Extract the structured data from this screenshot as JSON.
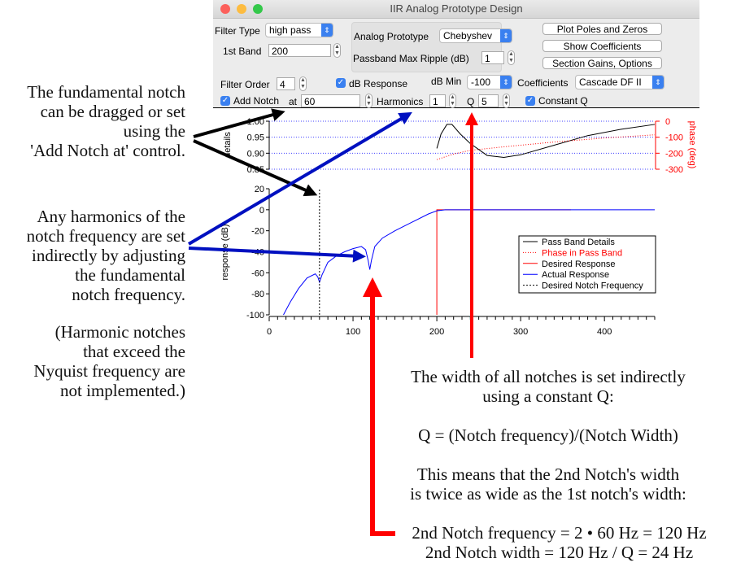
{
  "window": {
    "title": "IIR Analog Prototype Design"
  },
  "controls": {
    "filter_type_label": "Filter Type",
    "filter_type": "high pass",
    "first_band_label": "1st Band",
    "first_band": "200",
    "analog_prototype_label": "Analog Prototype",
    "analog_prototype": "Chebyshev",
    "ripple_label": "Passband Max Ripple (dB)",
    "ripple": "1",
    "plot_poles_button": "Plot Poles and Zeros",
    "show_coeff_button": "Show Coefficients",
    "section_gains_button": "Section Gains, Options",
    "filter_order_label": "Filter Order",
    "filter_order": "4",
    "db_response_label": "dB Response",
    "db_response_checked": true,
    "db_min_label": "dB Min",
    "db_min": "-100",
    "coefficients_label": "Coefficients",
    "coefficients": "Cascade DF II",
    "add_notch_label": "Add Notch",
    "add_notch_checked": true,
    "at_label": "at",
    "notch_at": "60",
    "harmonics_label": "Harmonics",
    "harmonics": "1",
    "q_label": "Q",
    "q": "5",
    "constant_q_label": "Constant Q",
    "constant_q_checked": true
  },
  "chart_data": {
    "type": "line",
    "top": {
      "ylabel": "details",
      "y2label": "phase (deg)",
      "ylim": [
        0.85,
        1.0
      ],
      "y2lim": [
        -300,
        0
      ],
      "yticks": [
        "1.00",
        "0.95",
        "0.90",
        "0.85"
      ],
      "y2ticks": [
        "0",
        "-100",
        "-200",
        "-300"
      ],
      "series": [
        {
          "name": "Pass Band Details",
          "color": "#000000",
          "points": [
            [
              200,
              0.915
            ],
            [
              205,
              0.96
            ],
            [
              212,
              0.99
            ],
            [
              218,
              0.99
            ],
            [
              228,
              0.96
            ],
            [
              240,
              0.93
            ],
            [
              260,
              0.893
            ],
            [
              280,
              0.887
            ],
            [
              300,
              0.895
            ],
            [
              340,
              0.925
            ],
            [
              380,
              0.955
            ],
            [
              420,
              0.975
            ],
            [
              460,
              0.99
            ]
          ]
        },
        {
          "name": "Phase in Pass Band",
          "color": "#ff0000",
          "dashed": true,
          "axis": "y2",
          "points": [
            [
              200,
              -240
            ],
            [
              220,
              -205
            ],
            [
              240,
              -182
            ],
            [
              280,
              -160
            ],
            [
              340,
              -130
            ],
            [
              400,
              -105
            ],
            [
              460,
              -85
            ]
          ]
        }
      ]
    },
    "bottom": {
      "ylabel": "response (dB)",
      "ylim": [
        -100,
        20
      ],
      "xlim": [
        0,
        460
      ],
      "yticks": [
        "20",
        "0",
        "-20",
        "-40",
        "-60",
        "-80",
        "-100"
      ],
      "xticks": [
        "0",
        "100",
        "200",
        "300",
        "400"
      ],
      "series": [
        {
          "name": "Desired Response",
          "color": "#ff0000",
          "points": [
            [
              200,
              -100
            ],
            [
              200,
              0
            ],
            [
              360,
              0
            ]
          ]
        },
        {
          "name": "Actual Response",
          "color": "#0000ff",
          "points": [
            [
              17,
              -100
            ],
            [
              25,
              -88
            ],
            [
              35,
              -75
            ],
            [
              45,
              -65
            ],
            [
              55,
              -61
            ],
            [
              58,
              -64
            ],
            [
              60,
              -69
            ],
            [
              63,
              -62
            ],
            [
              70,
              -50
            ],
            [
              80,
              -44
            ],
            [
              90,
              -40
            ],
            [
              100,
              -37
            ],
            [
              110,
              -35
            ],
            [
              115,
              -38
            ],
            [
              118,
              -48
            ],
            [
              120,
              -57
            ],
            [
              122,
              -48
            ],
            [
              126,
              -35
            ],
            [
              135,
              -27
            ],
            [
              150,
              -20
            ],
            [
              170,
              -12
            ],
            [
              190,
              -4
            ],
            [
              200,
              -1
            ],
            [
              210,
              0
            ],
            [
              460,
              0
            ]
          ]
        },
        {
          "name": "Desired Notch Frequency",
          "color": "#000000",
          "dashed": true,
          "points": [
            [
              60,
              -100
            ],
            [
              60,
              20
            ]
          ]
        }
      ]
    },
    "legend": [
      "Pass Band Details",
      "Phase in Pass Band",
      "Desired Response",
      "Actual Response",
      "Desired Notch Frequency"
    ],
    "legend_position": "center-right"
  },
  "notes": {
    "fundamental": [
      "The fundamental notch",
      "can be dragged or set",
      "using the",
      "'Add Notch at' control."
    ],
    "harmonics": [
      "Any harmonics of the",
      "notch frequency are set",
      "indirectly by adjusting",
      "the fundamental",
      "notch frequency."
    ],
    "nyquist": [
      "(Harmonic notches",
      "that exceed the",
      "Nyquist frequency are",
      "not implemented.)"
    ],
    "width": [
      "The width of all notches is set indirectly",
      "using a constant Q:",
      "",
      "Q = (Notch frequency)/(Notch Width)",
      "",
      "This means that the 2nd Notch's width",
      "is twice as wide as the 1st notch's width:"
    ],
    "second": [
      "2nd Notch frequency = 2 • 60 Hz = 120 Hz",
      "2nd Notch width = 120 Hz  /  Q = 24 Hz"
    ]
  }
}
